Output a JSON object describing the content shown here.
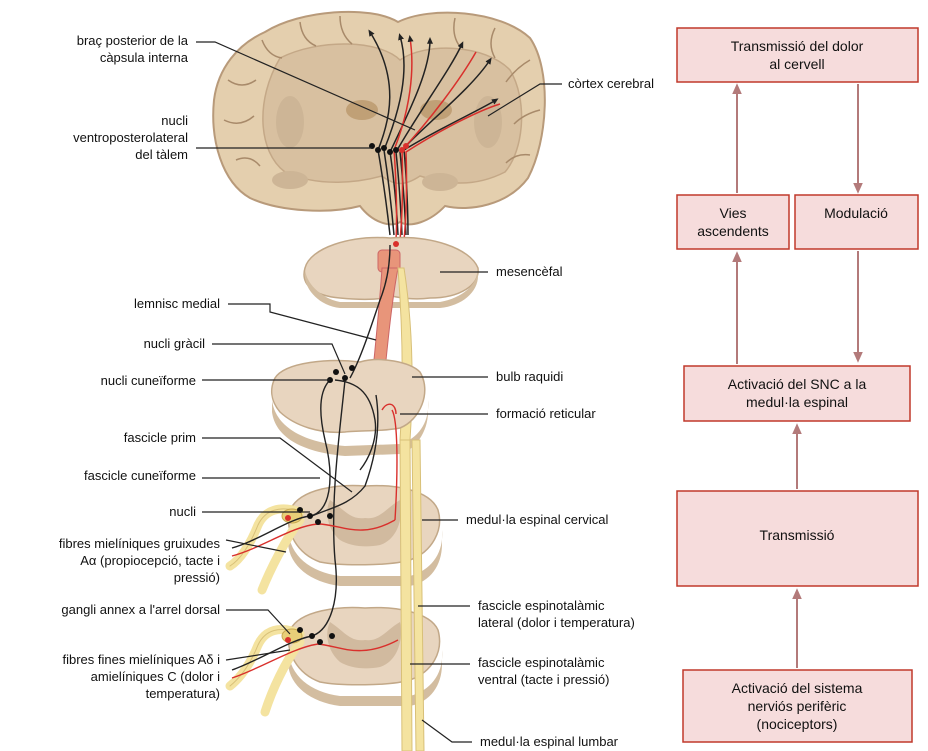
{
  "labels": {
    "capsula": [
      "braç posterior de la",
      "càpsula interna"
    ],
    "cortex": "còrtex cerebral",
    "nucli_vpl": [
      "nucli",
      "ventroposterolateral",
      "del tàlem"
    ],
    "mesencefal": "mesencèfal",
    "lemnisc": "lemnisc medial",
    "gracil": "nucli gràcil",
    "cuneiforme": "nucli cuneïforme",
    "bulb": "bulb raquidi",
    "formacio": "formació reticular",
    "prim": "fascicle prim",
    "fasc_cuneiforme": "fascicle cuneïforme",
    "nucli": "nucli",
    "medulla_cervical": "medul·la espinal cervical",
    "fibres_gruixudes": [
      "fibres mielíniques gruixudes",
      "Aα (propiocepció, tacte i",
      "pressió)"
    ],
    "gangli": "gangli annex a l'arrel dorsal",
    "espinotalamic_lateral": [
      "fascicle espinotalàmic",
      "lateral (dolor i temperatura)"
    ],
    "fibres_fines": [
      "fibres fines mielíniques Aδ i",
      "amielíniques C (dolor i",
      "temperatura)"
    ],
    "espinotalamic_ventral": [
      "fascicle espinotalàmic",
      "ventral (tacte i pressió)"
    ],
    "medulla_lumbar": "medul·la espinal lumbar"
  },
  "flow": {
    "transmissio_cervell": [
      "Transmissió del dolor",
      "al cervell"
    ],
    "vies": [
      "Vies",
      "ascendents"
    ],
    "modulacio": "Modulació",
    "activacio_snc": [
      "Activació del SNC a la",
      "medul·la espinal"
    ],
    "transmissio": "Transmissió",
    "activacio_periferic": [
      "Activació del sistema",
      "nerviós perifèric",
      "(nociceptors)"
    ]
  },
  "colors": {
    "box_fill": "#f6dcdc",
    "box_border": "#c0392b",
    "arrow": "#b37a7a",
    "tract_yellow": "#f4e3a0",
    "pathway_red": "#d9302c"
  }
}
